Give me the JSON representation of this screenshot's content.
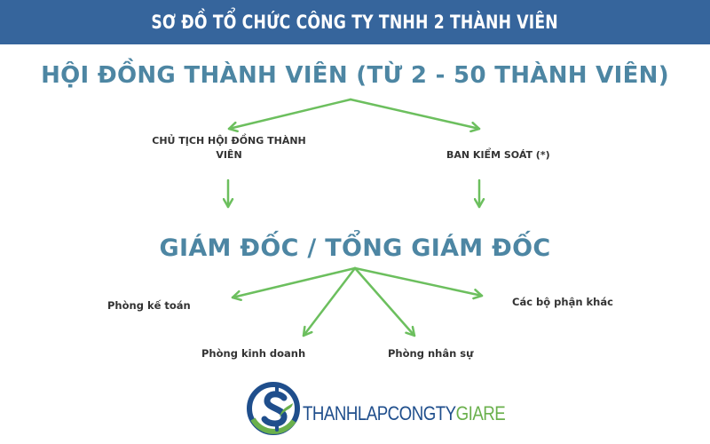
{
  "header": {
    "title": "SƠ ĐỒ TỔ CHỨC CÔNG TY TNHH 2 THÀNH VIÊN"
  },
  "board": {
    "title": "HỘI ĐỒNG THÀNH VIÊN (TỪ 2 - 50 THÀNH VIÊN)"
  },
  "chairman": {
    "label": "CHỦ TỊCH HỘI ĐỒNG THÀNH VIÊN"
  },
  "control_board": {
    "label": "BAN KIỂM SOÁT (*)"
  },
  "director": {
    "title": "GIÁM ĐỐC / TỔNG GIÁM ĐỐC"
  },
  "departments": [
    {
      "label": "Phòng kế toán"
    },
    {
      "label": "Phòng kinh doanh"
    },
    {
      "label": "Phòng nhân sự"
    },
    {
      "label": "Các bộ phận khác"
    }
  ],
  "logo": {
    "part1": "THANHLAPCONGTY",
    "part2": "GIARE"
  },
  "colors": {
    "header_bg": "#36659c",
    "title_blue": "#4d86a3",
    "arrow_green": "#6cbf5e",
    "logo_blue": "#1f4e8c",
    "logo_green": "#6ab04c"
  }
}
